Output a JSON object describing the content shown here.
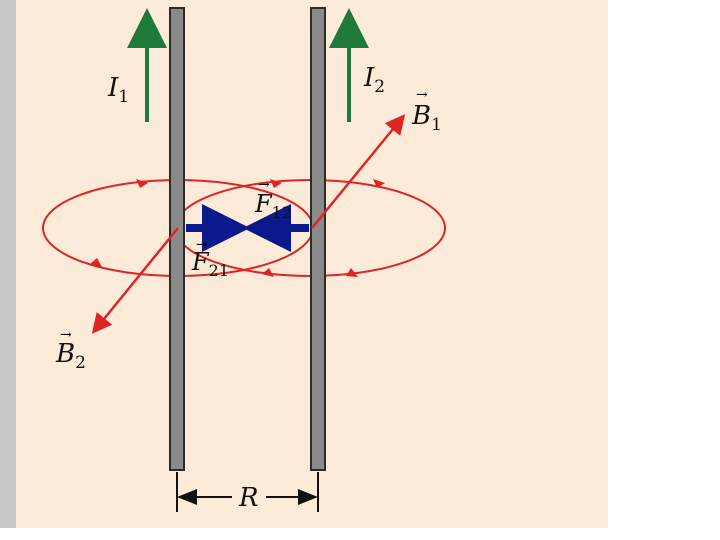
{
  "labels": {
    "I1": {
      "main": "I",
      "sub": "1"
    },
    "I2": {
      "main": "I",
      "sub": "2"
    },
    "B1": {
      "main": "B",
      "sub": "1",
      "vector_mark": "→"
    },
    "B2": {
      "main": "B",
      "sub": "2",
      "vector_mark": "→"
    },
    "F12": {
      "main": "F",
      "sub": "12",
      "vector_mark": "→"
    },
    "F21": {
      "main": "F",
      "sub": "21",
      "vector_mark": "→"
    },
    "R": "R"
  },
  "colors": {
    "panel": "#fcebd8",
    "left_strip": "#c9c9c9",
    "wire": "#8a8a8a",
    "wire_edge": "#2b2b2b",
    "current_arrow": "#1e7a3a",
    "field_lines": "#e02424",
    "force_arrows": "#0a1a8c",
    "dimension": "#111111"
  }
}
